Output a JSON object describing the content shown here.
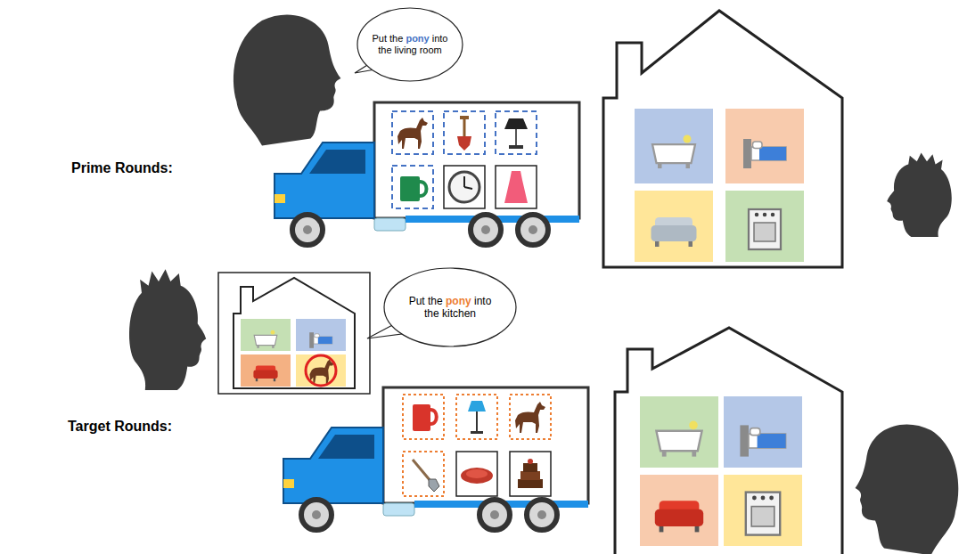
{
  "diagram": {
    "nodes": [
      {
        "text": [
          "Put the",
          "pony",
          "into the living room"
        ]
      },
      {
        "text": [
          "Put the",
          "pony",
          "into the kitchen"
        ]
      }
    ],
    "labels": [
      "Prime Rounds:",
      "Target Rounds:"
    ]
  }
}
